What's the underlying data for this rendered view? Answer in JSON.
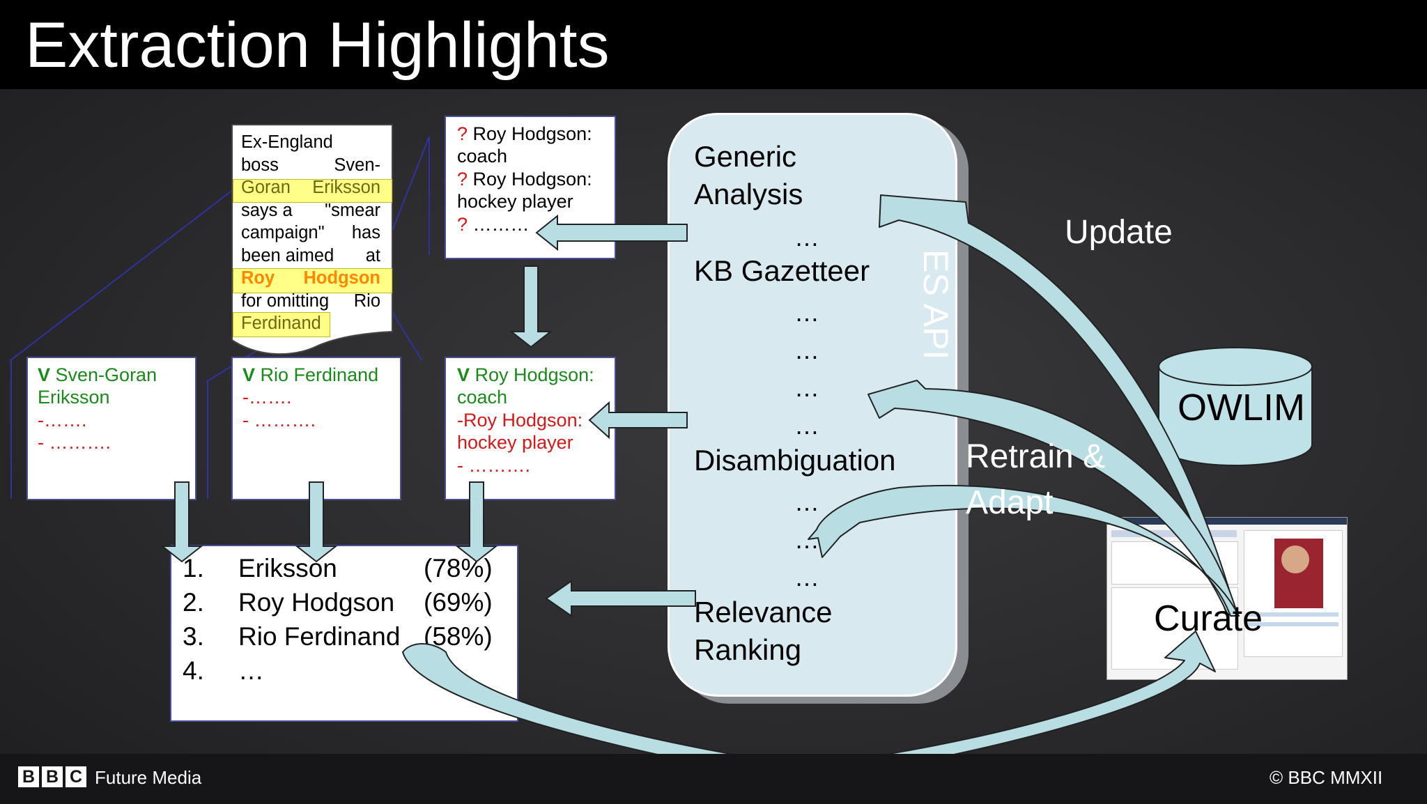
{
  "title": "Extraction Highlights",
  "document": {
    "lines": [
      {
        "left": "Ex-England",
        "right": ""
      },
      {
        "left": "boss",
        "right": "Sven-"
      },
      {
        "left": "Goran",
        "right": "Eriksson"
      },
      {
        "left": "says a",
        "right": "\"smear"
      },
      {
        "left": "campaign\"",
        "right": "has"
      },
      {
        "left": "been aimed",
        "right": "at"
      },
      {
        "left": "Roy",
        "right": "Hodgson"
      },
      {
        "left": "for omitting",
        "right": "Rio"
      },
      {
        "left": "Ferdinand",
        "right": ""
      }
    ]
  },
  "candidates_box": {
    "line1_mark": "?",
    "line1_text": " Roy Hodgson:",
    "line2_text": "coach",
    "line3_mark": "?",
    "line3_text": " Roy Hodgson:",
    "line4_text": "hockey player",
    "line5_mark": "?",
    "line5_text": " ………"
  },
  "entity_boxes": [
    {
      "mark": "V",
      "line1": " Sven-Goran",
      "line2": "Eriksson",
      "line3": "-…….",
      "line4": "- ………."
    },
    {
      "mark": "V",
      "line1": " Rio Ferdinand",
      "line2": "-…….",
      "line3": "- ………."
    },
    {
      "mark": "V",
      "line1": " Roy Hodgson:",
      "line2": "coach",
      "line3": "-Roy Hodgson:",
      "line4": "hockey player",
      "line5": "- ………."
    }
  ],
  "ranking": [
    {
      "num": "1.",
      "name": "Eriksson",
      "score": "(78%)"
    },
    {
      "num": "2.",
      "name": "Roy Hodgson",
      "score": "(69%)"
    },
    {
      "num": "3.",
      "name": "Rio Ferdinand",
      "score": "(58%)"
    },
    {
      "num": "4.",
      "name": "…",
      "score": ""
    }
  ],
  "kb_panel": {
    "generic_1": "Generic",
    "generic_2": "Analysis",
    "gazetteer": "KB Gazetteer",
    "disambiguation": "Disambiguation",
    "relevance_1": "Relevance",
    "relevance_2": "Ranking",
    "dots": "…"
  },
  "vertical_label": "ES API",
  "labels": {
    "update": "Update",
    "retrain_1": "Retrain &",
    "retrain_2": "Adapt",
    "curate": "Curate",
    "owlim": "OWLIM"
  },
  "footer": {
    "logo_letters": [
      "B",
      "B",
      "C"
    ],
    "brand": "Future Media",
    "copyright": "© BBC MMXII"
  },
  "colors": {
    "panel": "#d8eaf0",
    "arrow_fill": "#b8dde2",
    "highlight": "#ffff88",
    "positive": "#1a8a1a",
    "negative": "#d81818",
    "entity_orange": "#ff8800"
  }
}
